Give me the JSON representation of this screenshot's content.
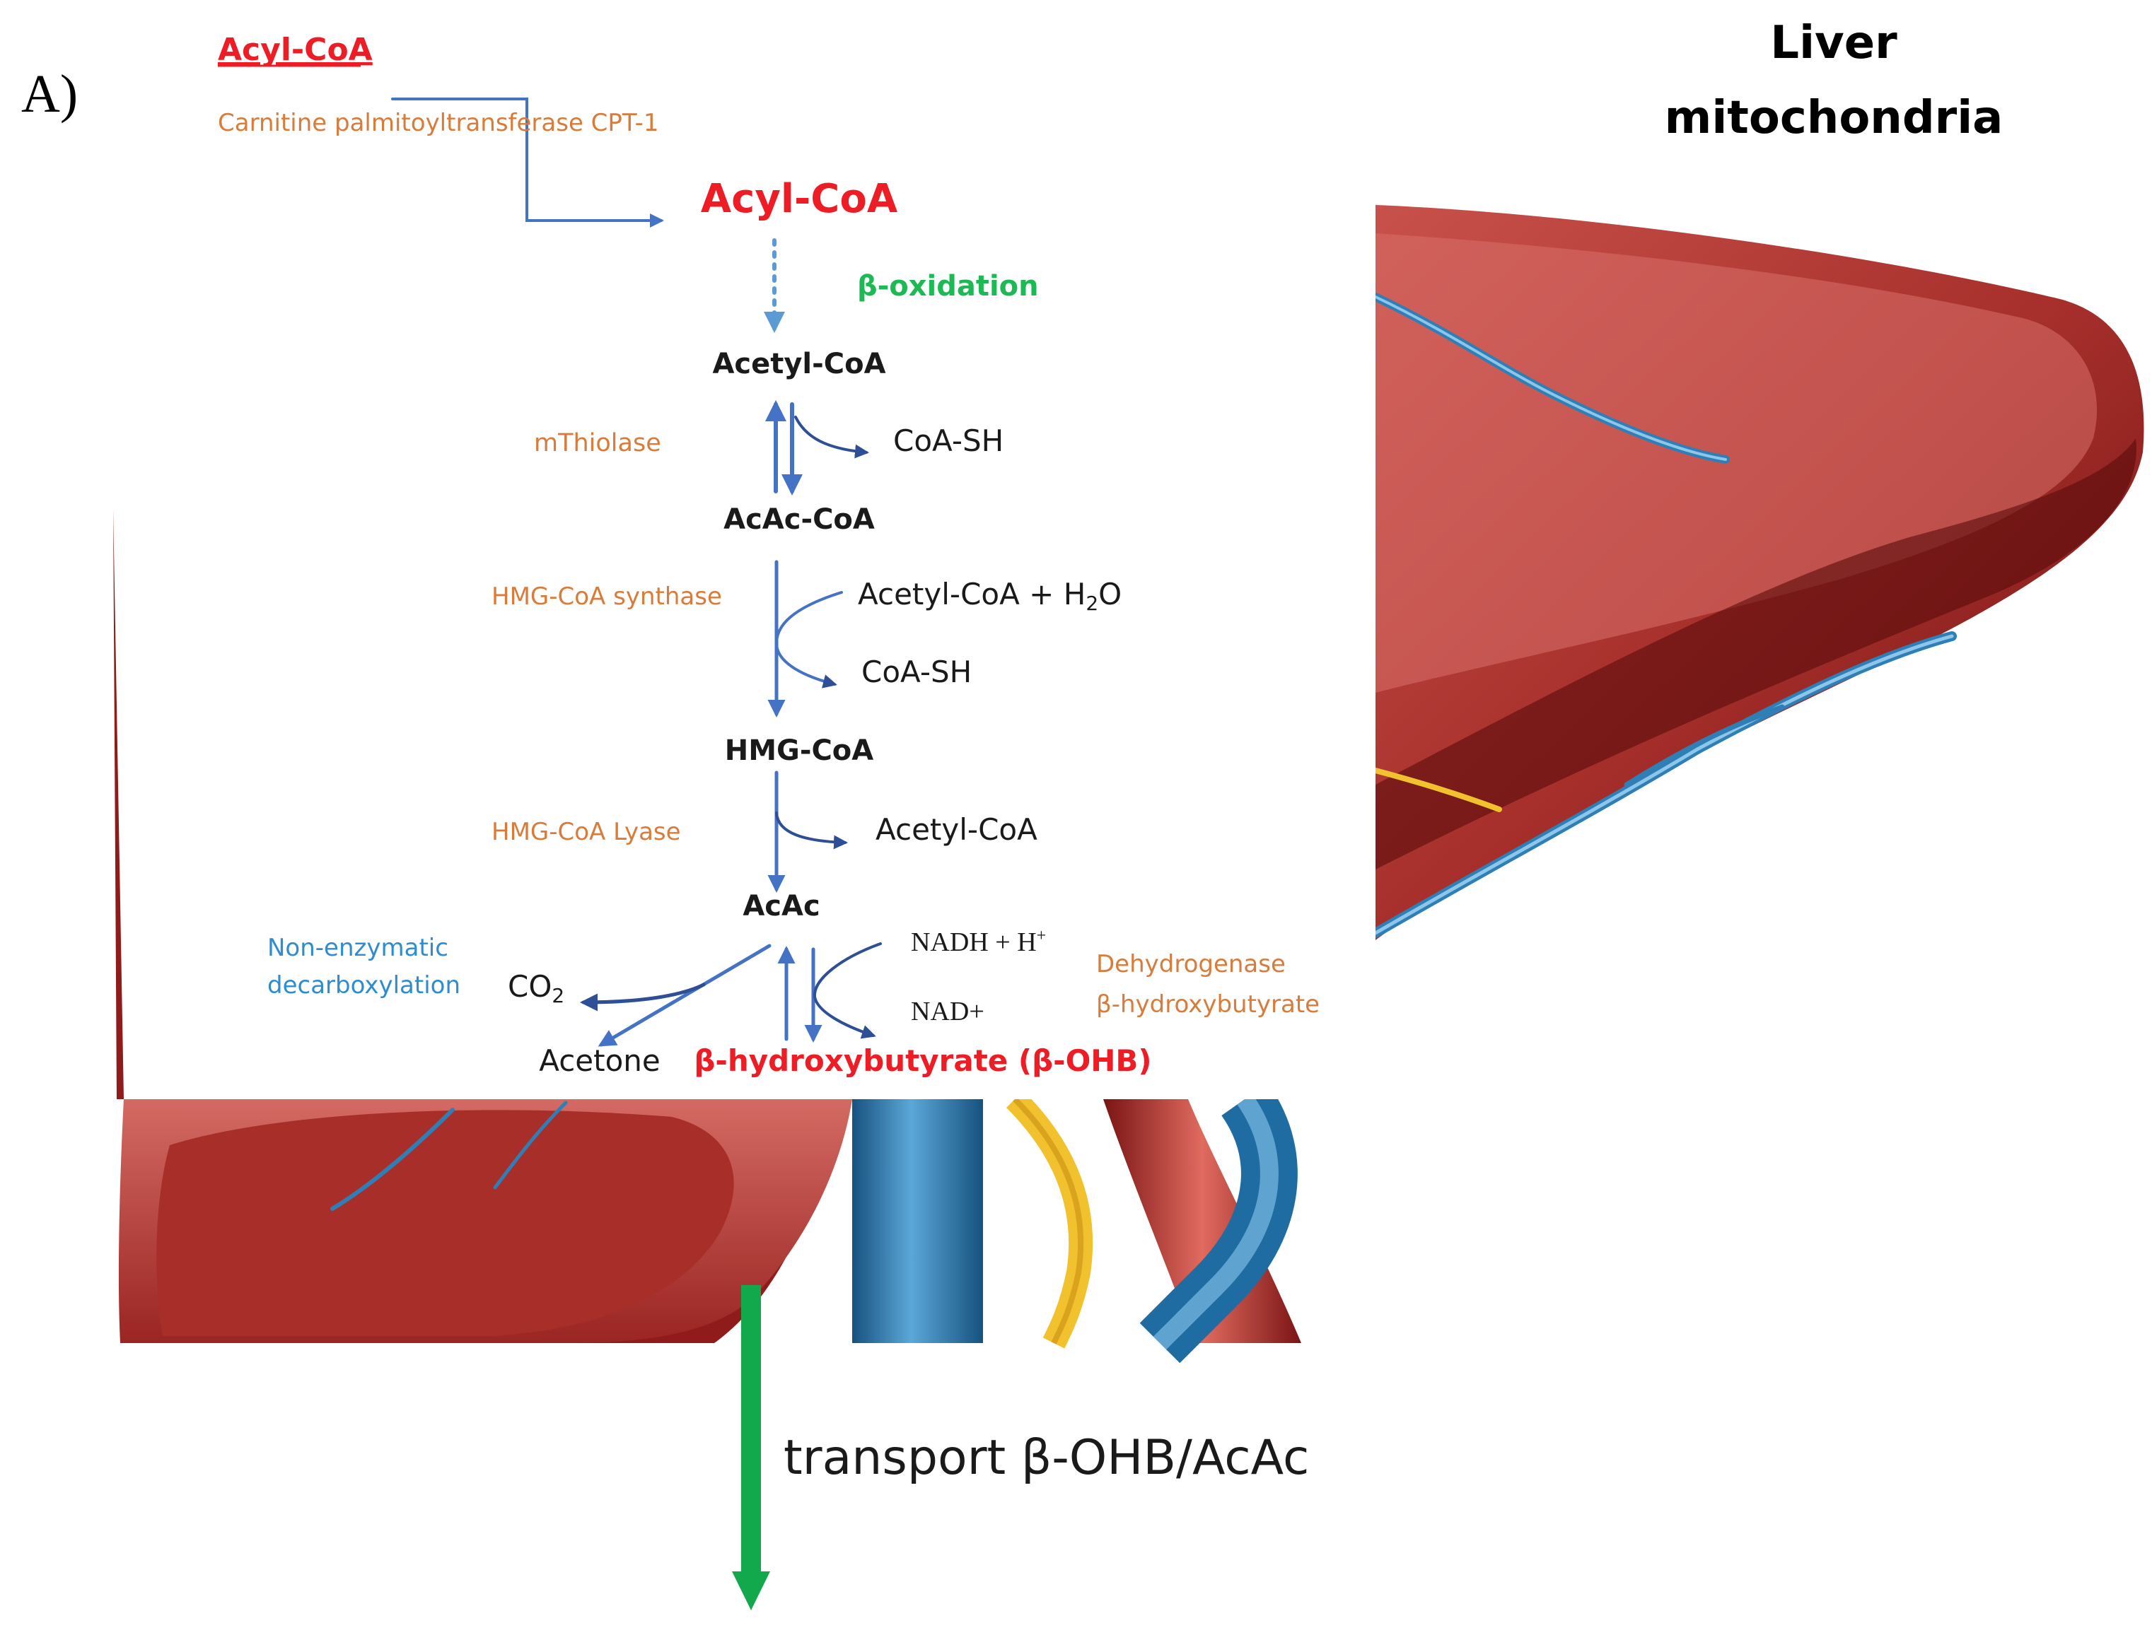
{
  "panel_label": "A)",
  "title": {
    "line1": "Liver",
    "line2": "mitochondria"
  },
  "cytosolic_acyl_coa": "Acyl-CoA",
  "enzymes": {
    "cpt1": "Carnitine palmitoyltransferase CPT-1",
    "thiolase": "mThiolase",
    "hmg_synthase": "HMG-CoA synthase",
    "hmg_lyase": "HMG-CoA Lyase",
    "non_enzymatic": [
      "Non-enzymatic",
      "decarboxylation"
    ],
    "dehydrogenase": [
      "Dehydrogenase",
      "β-hydroxybutyrate"
    ]
  },
  "metabolites": {
    "acyl_coa": "Acyl-CoA",
    "beta_oxidation": "β-oxidation",
    "acetyl_coa": "Acetyl-CoA",
    "acac_coa": "AcAc-CoA",
    "hmg_coa": "HMG-CoA",
    "acac": "AcAc",
    "bohb": "β-hydroxybutyrate (β-OHB)",
    "acetone": "Acetone",
    "co2": {
      "base": "CO",
      "sub": "2"
    }
  },
  "side_products": {
    "coa_sh_1": "CoA-SH",
    "acetyl_h2o": {
      "pre": "Acetyl-CoA + H",
      "sub": "2",
      "post": "O"
    },
    "coa_sh_2": "CoA-SH",
    "acetyl_coa_lyase": "Acetyl-CoA",
    "nadh": {
      "base": "NADH + H",
      "sup": "+"
    },
    "nad": "NAD+"
  },
  "transport": "transport β-OHB/AcAc",
  "colors": {
    "liver_dark": "#7a1414",
    "liver_mid": "#b83b36",
    "liver_light": "#d96e68",
    "vessel_blue": "#2f7fb6",
    "vessel_blue_light": "#6fb3dc",
    "vessel_yellow": "#f2c12e",
    "arrow_blue": "#4472c4",
    "arrow_blue_dark": "#2e4f96",
    "red_label": "#ee1c25",
    "orange_label": "#d97b3a",
    "green_label": "#1db954",
    "cyan_label": "#2e8ccf",
    "transport_green": "#12a84c"
  }
}
